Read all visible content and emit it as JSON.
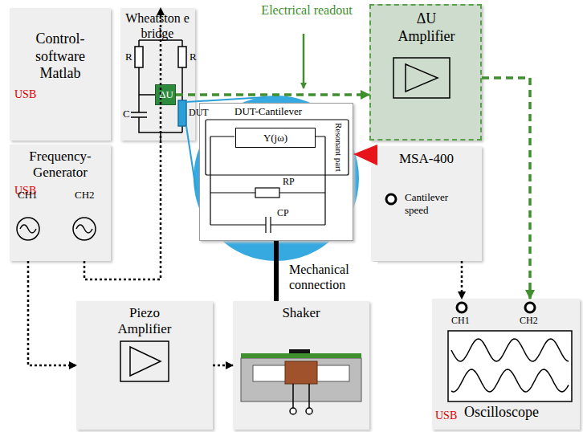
{
  "diagram": {
    "nodes": [
      {
        "text": [
          "Control-software Matlab",
          "USB"
        ]
      },
      {
        "text": [
          "Wheatston e bridge"
        ]
      },
      {
        "text": [
          "ΔU"
        ],
        "in": 1
      },
      {
        "text": [
          "ΔU Amplifier"
        ]
      },
      {
        "text": [
          "Frequency-Generator",
          "USB"
        ]
      },
      {
        "text": [
          "DUT-Cantilever",
          "Resonant part"
        ]
      },
      {
        "text": [
          "Y(jω)"
        ],
        "in": 5
      },
      {
        "text": [
          "MSA-400",
          "Cantilever speed"
        ]
      },
      {
        "text": [
          "Piezo Amplifier"
        ]
      },
      {
        "text": [
          "Shaker"
        ]
      },
      {
        "text": [
          "Oscilloscope",
          "USB"
        ]
      }
    ],
    "edges": [
      {
        "from": 4,
        "to": 1,
        "arrow": "to"
      },
      {
        "from": 2,
        "to": 3,
        "arrow": "to"
      },
      {
        "from": 3,
        "to": 10,
        "arrow": "to"
      },
      {
        "from": 7,
        "to": 10,
        "arrow": "to"
      },
      {
        "from": 4,
        "to": 8,
        "arrow": "to"
      },
      {
        "from": 8,
        "to": 9,
        "arrow": "to"
      },
      {
        "from": 5,
        "to": 9,
        "arrow": "none",
        "label": "Mechanical connection"
      }
    ],
    "labels": [
      "Electrical readout",
      "R",
      "R",
      "C",
      "DUT",
      "RP",
      "CP",
      "CH1",
      "CH2",
      "CH1",
      "CH2"
    ]
  }
}
